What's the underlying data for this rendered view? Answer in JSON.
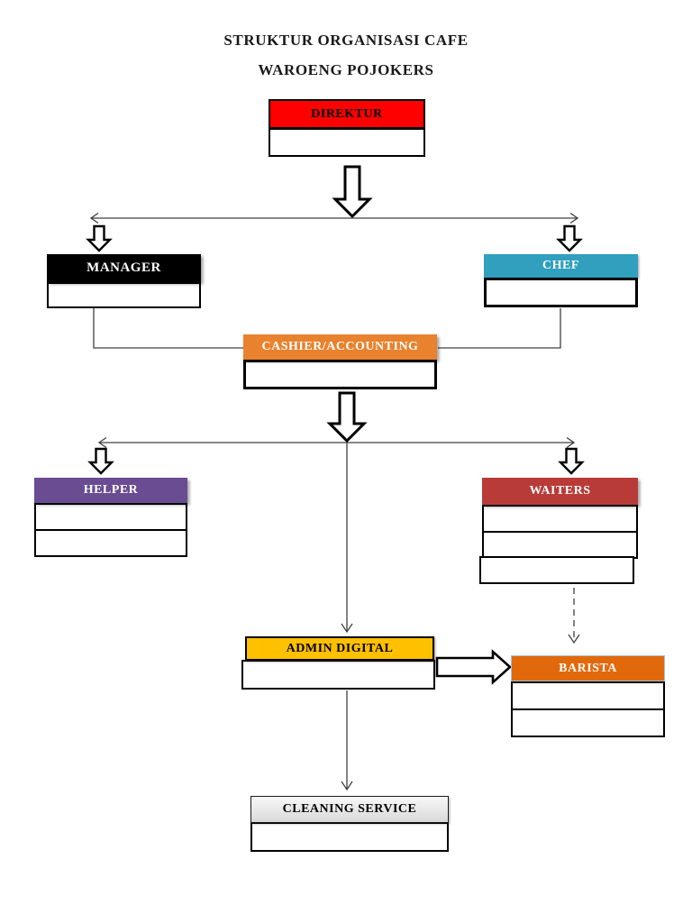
{
  "title": {
    "line1": "STRUKTUR ORGANISASI CAFE",
    "line2": "WAROENG POJOKERS"
  },
  "nodes": {
    "direktur": {
      "label": "DIREKTUR",
      "header_color": "#fe0000",
      "label_color": "#000000",
      "body_rows": 1
    },
    "manager": {
      "label": "MANAGER",
      "header_color": "#000000",
      "label_color": "#ffffff",
      "body_rows": 1
    },
    "chef": {
      "label": "CHEF",
      "header_color": "#319fbe",
      "label_color": "#ffffff",
      "body_rows": 1
    },
    "cashier": {
      "label": "CASHIER/ACCOUNTING",
      "header_color": "#e8822e",
      "label_color": "#ffffff",
      "body_rows": 1
    },
    "helper": {
      "label": "HELPER",
      "header_color": "#6a4c92",
      "label_color": "#ffffff",
      "body_rows": 2
    },
    "waiters": {
      "label": "WAITERS",
      "header_color": "#b83b38",
      "label_color": "#ffffff",
      "body_rows": 3
    },
    "admin": {
      "label": "ADMIN DIGITAL",
      "header_color": "#ffc000",
      "label_color": "#000000",
      "body_rows": 1
    },
    "barista": {
      "label": "BARISTA",
      "header_color": "#e1690b",
      "label_color": "#ffffff",
      "body_rows": 2
    },
    "cleaning": {
      "label": "CLEANING SERVICE",
      "header_color": "#e6e6e6",
      "label_color": "#000000",
      "body_rows": 1
    }
  },
  "connectors": {
    "line_color": "#404040",
    "block_arrow_fill": "#ffffff",
    "block_arrow_stroke": "#000000",
    "waiters_to_barista_style": "dashed"
  },
  "page_background": "#ffffff"
}
